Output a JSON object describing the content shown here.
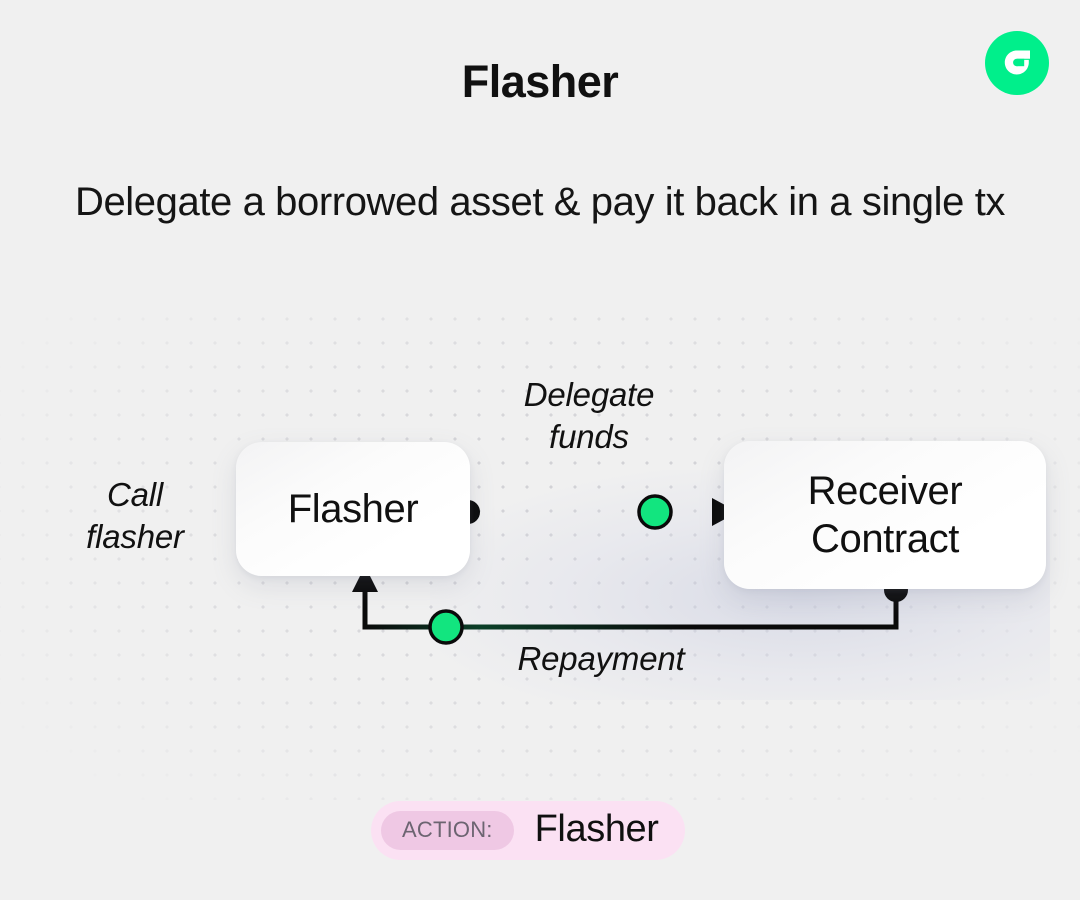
{
  "page": {
    "background_color": "#f0f0f0",
    "title": "Flasher",
    "subtitle": "Delegate a borrowed asset\n& pay it back in a single tx"
  },
  "logo": {
    "name": "flow-logo",
    "circle_color": "#00EF8B",
    "mark_color": "#FFFFFF"
  },
  "diagram": {
    "nodes": [
      {
        "id": "flasher",
        "label": "Flasher"
      },
      {
        "id": "receiver",
        "label": "Receiver\nContract"
      }
    ],
    "edges": [
      {
        "id": "call",
        "label": "Call\nflasher",
        "from": "",
        "to": "flasher"
      },
      {
        "id": "delegate",
        "label": "Delegate\nfunds",
        "from": "flasher",
        "to": "receiver"
      },
      {
        "id": "repayment",
        "label": "Repayment",
        "from": "receiver",
        "to": "flasher"
      }
    ],
    "colors": {
      "wire": "#0a0a0a",
      "token_dot": "#12e57f",
      "endpoint_dot": "#0a0a0a"
    }
  },
  "action_badge": {
    "chip_label": "ACTION:",
    "name": "Flasher",
    "pill_color": "#fbe1f3",
    "chip_color": "#efc8e4"
  }
}
